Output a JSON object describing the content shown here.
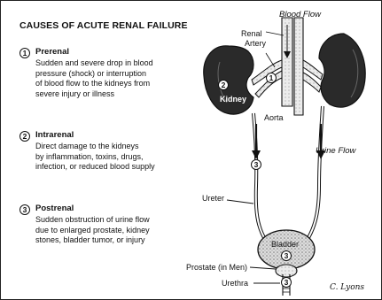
{
  "title": "CAUSES OF ACUTE RENAL FAILURE",
  "causes": [
    {
      "number": "1",
      "name": "Prerenal",
      "desc_lines": [
        "Sudden and severe drop in blood",
        "pressure (shock) or interruption",
        "of blood flow to the kidneys from",
        "severe injury or illness"
      ]
    },
    {
      "number": "2",
      "name": "Intrarenal",
      "desc_lines": [
        "Direct damage to the kidneys",
        "by inflammation, toxins, drugs,",
        "infection, or reduced blood supply"
      ]
    },
    {
      "number": "3",
      "name": "Postrenal",
      "desc_lines": [
        "Sudden obstruction of urine flow",
        "due to enlarged prostate, kidney",
        "stones, bladder tumor, or injury"
      ]
    }
  ],
  "labels": {
    "blood_flow": "Blood Flow",
    "renal_artery_1": "Renal",
    "renal_artery_2": "Artery",
    "kidney": "Kidney",
    "aorta": "Aorta",
    "urine_flow": "Urine Flow",
    "ureter": "Ureter",
    "bladder": "Bladder",
    "prostate": "Prostate (in Men)",
    "urethra": "Urethra",
    "signature": "C. Lyons"
  },
  "markers": {
    "m1": "1",
    "m2": "2",
    "m3a": "3",
    "m3b": "3",
    "m3c": "3"
  }
}
